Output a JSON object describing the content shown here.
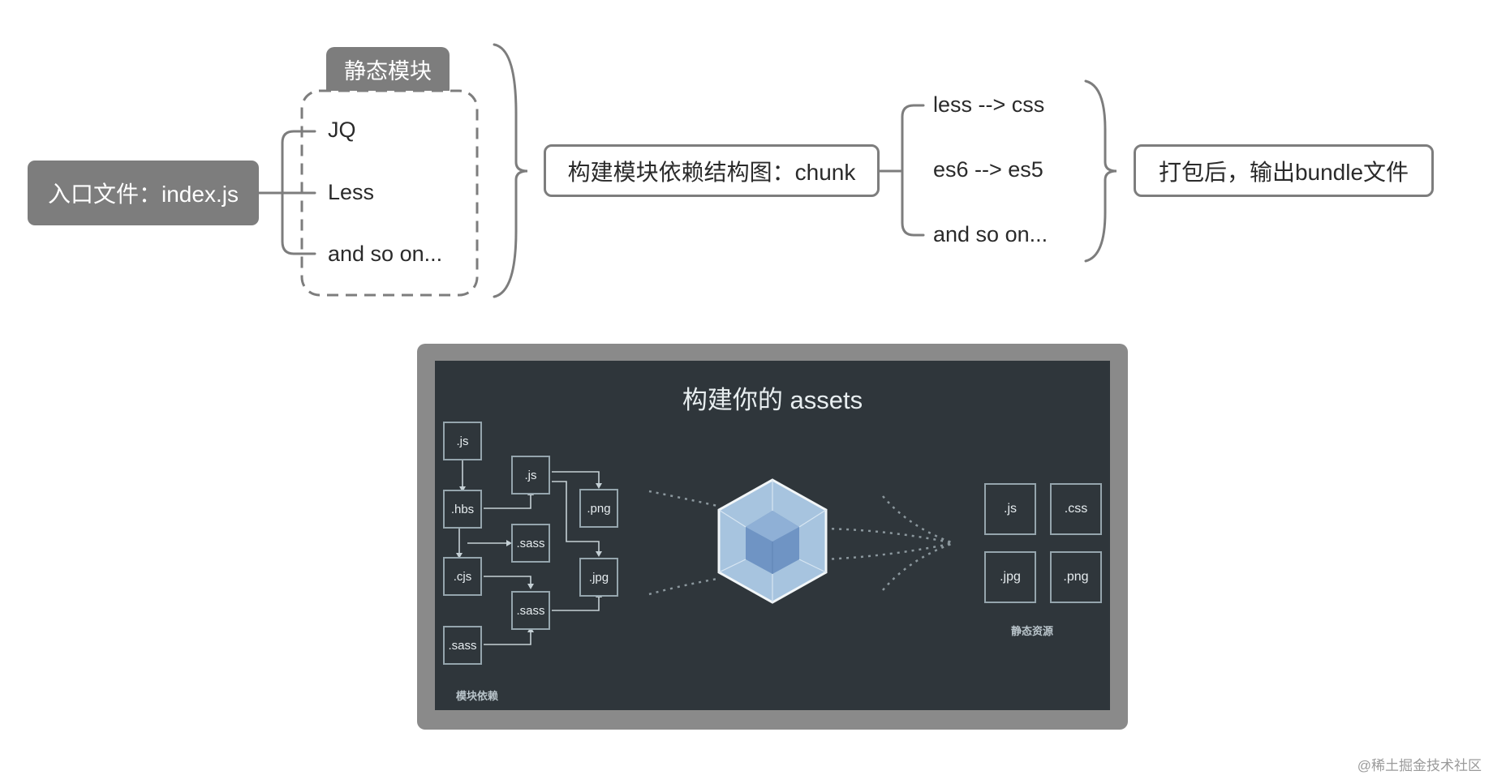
{
  "mindmap": {
    "entry": "入口文件：index.js",
    "static_tab": "静态模块",
    "static_items": [
      "JQ",
      "Less",
      "and so on..."
    ],
    "chunk": "构建模块依赖结构图：chunk",
    "transforms": [
      "less --> css",
      "es6 --> es5",
      "and so on..."
    ],
    "bundle": "打包后，输出bundle文件"
  },
  "illustration": {
    "title": "构建你的 assets",
    "deps_nodes": [
      ".js",
      ".hbs",
      ".cjs",
      ".sass",
      ".js",
      ".sass",
      ".sass",
      ".png",
      ".jpg"
    ],
    "deps_caption": "模块依赖",
    "asset_nodes": [
      ".js",
      ".css",
      ".jpg",
      ".png"
    ],
    "assets_caption": "静态资源"
  },
  "watermark": "@稀土掘金技术社区",
  "colors": {
    "node_fill": "#7d7d7d",
    "panel_bg": "#2f363b",
    "frame": "#8a8a8a",
    "cube_light": "#a7c4df",
    "cube_dark": "#6f94c4"
  }
}
